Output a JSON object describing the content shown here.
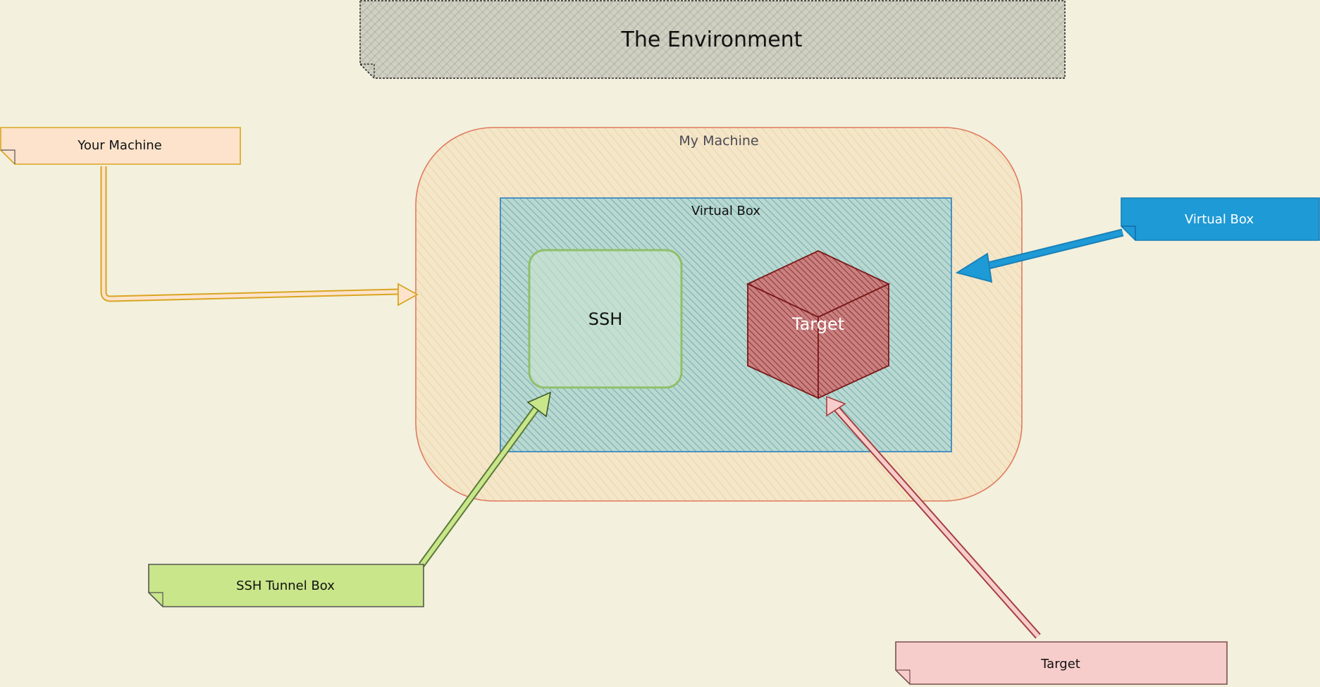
{
  "title": "The Environment",
  "container": {
    "label": "My Machine"
  },
  "virtual_box": {
    "label": "Virtual Box"
  },
  "ssh_box": {
    "label": "SSH"
  },
  "target_cube": {
    "label": "Target"
  },
  "notes": {
    "your_machine": "Your Machine",
    "virtual_box": "Virtual Box",
    "ssh_tunnel_box": "SSH Tunnel Box",
    "target": "Target"
  },
  "colors": {
    "background": "#f3f0dd",
    "title_fill": "#cfcfc2",
    "container_fill": "#f6dfb6",
    "container_stroke": "#e07a5f",
    "virtual_box_fill": "#9fcfc9",
    "virtual_box_stroke": "#2a7fbf",
    "ssh_stroke": "#8fbf6a",
    "cube_fill": "#a33a3a",
    "your_machine_note": "#fde3cc",
    "virtual_box_note": "#1e9ad6",
    "ssh_note": "#c9e68a",
    "target_note": "#f7cdcb"
  }
}
